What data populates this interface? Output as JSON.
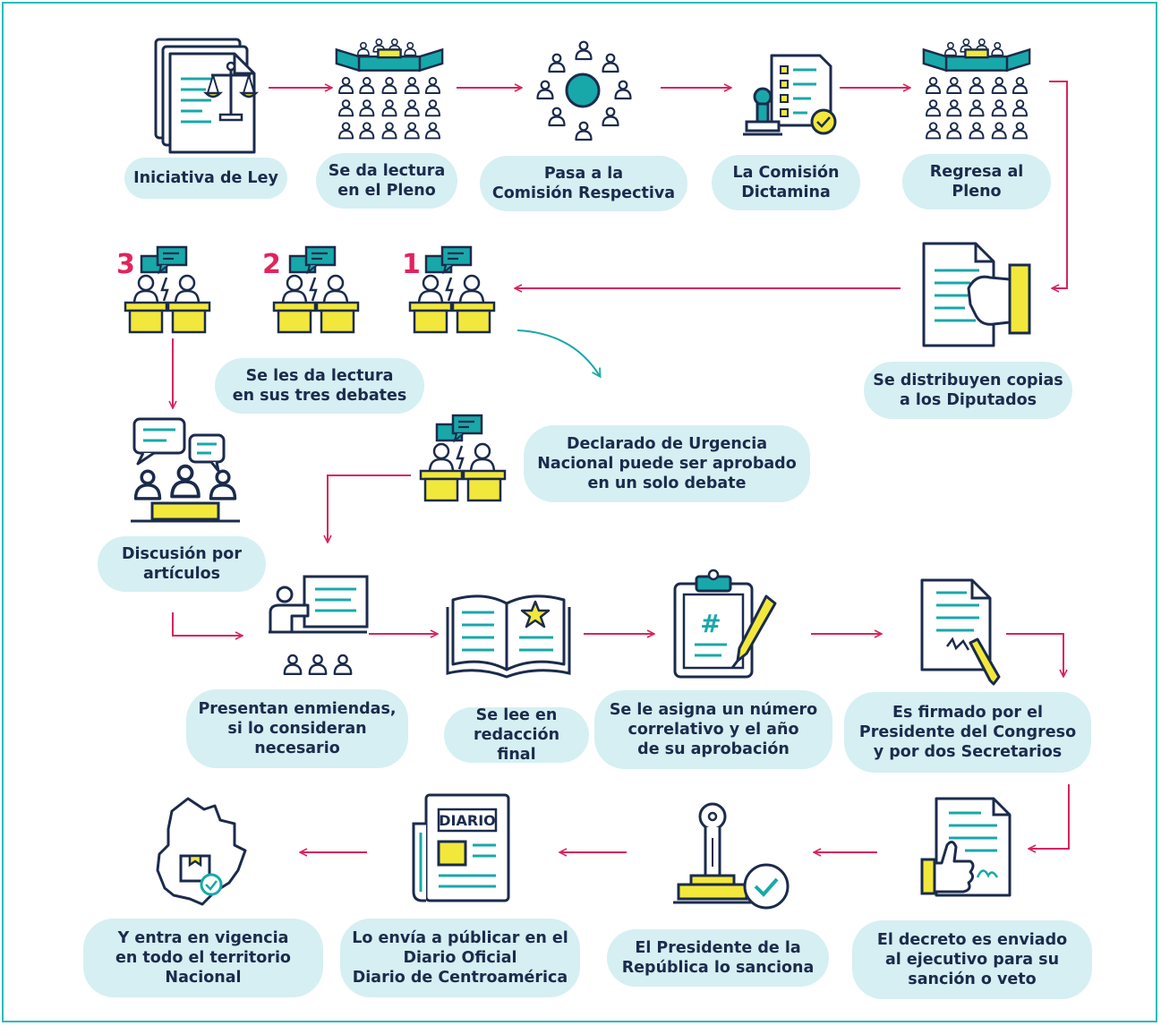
{
  "colors": {
    "navy": "#1b2b4c",
    "teal": "#18a8aa",
    "yellow": "#f2e83c",
    "arrow": "#d8245c",
    "pill": "#d6eff2",
    "border": "#2cbcb4"
  },
  "steps": {
    "s1": "Iniciativa de Ley",
    "s2": "Se da lectura\nen el Pleno",
    "s3": "Pasa a la\nComisión Respectiva",
    "s4": "La Comisión\nDictamina",
    "s5": "Regresa al\nPleno",
    "s6": "Se distribuyen copias\na los Diputados",
    "s7": "Se les da lectura\nen sus tres debates",
    "s8": "Declarado de Urgencia\nNacional puede ser aprobado\nen un solo debate",
    "s9": "Discusión por\nartículos",
    "s10": "Presentan enmiendas,\nsi lo consideran\nnecesario",
    "s11": "Se lee en\nredacción final",
    "s12": "Se le asigna un número\ncorrelativo y el año\nde su aprobación",
    "s13": "Es firmado por el\nPresidente del Congreso\ny por dos Secretarios",
    "s14": "El decreto es enviado\nal ejecutivo para su\nsanción o veto",
    "s15": "El Presidente de la\nRepública lo sanciona",
    "s16": "Lo envía a públicar en el\nDiario Oficial\nDiario de Centroamérica",
    "s17": "Y entra en vigencia\nen todo el territorio\nNacional"
  },
  "debate_numbers": {
    "d1": "1",
    "d2": "2",
    "d3": "3"
  },
  "icons": {
    "newspaper_label": "DIARIO",
    "number_symbol": "#",
    "names": [
      "law-document-icon",
      "plenary-icon",
      "commission-icon",
      "dictamen-icon",
      "plenary-return-icon",
      "distribute-copies-icon",
      "debate-icon",
      "discussion-icon",
      "amendment-presentation-icon",
      "final-reading-book-icon",
      "clipboard-number-icon",
      "signed-document-icon",
      "decree-approval-icon",
      "sanction-stamp-icon",
      "newspaper-icon",
      "map-territory-icon"
    ]
  }
}
